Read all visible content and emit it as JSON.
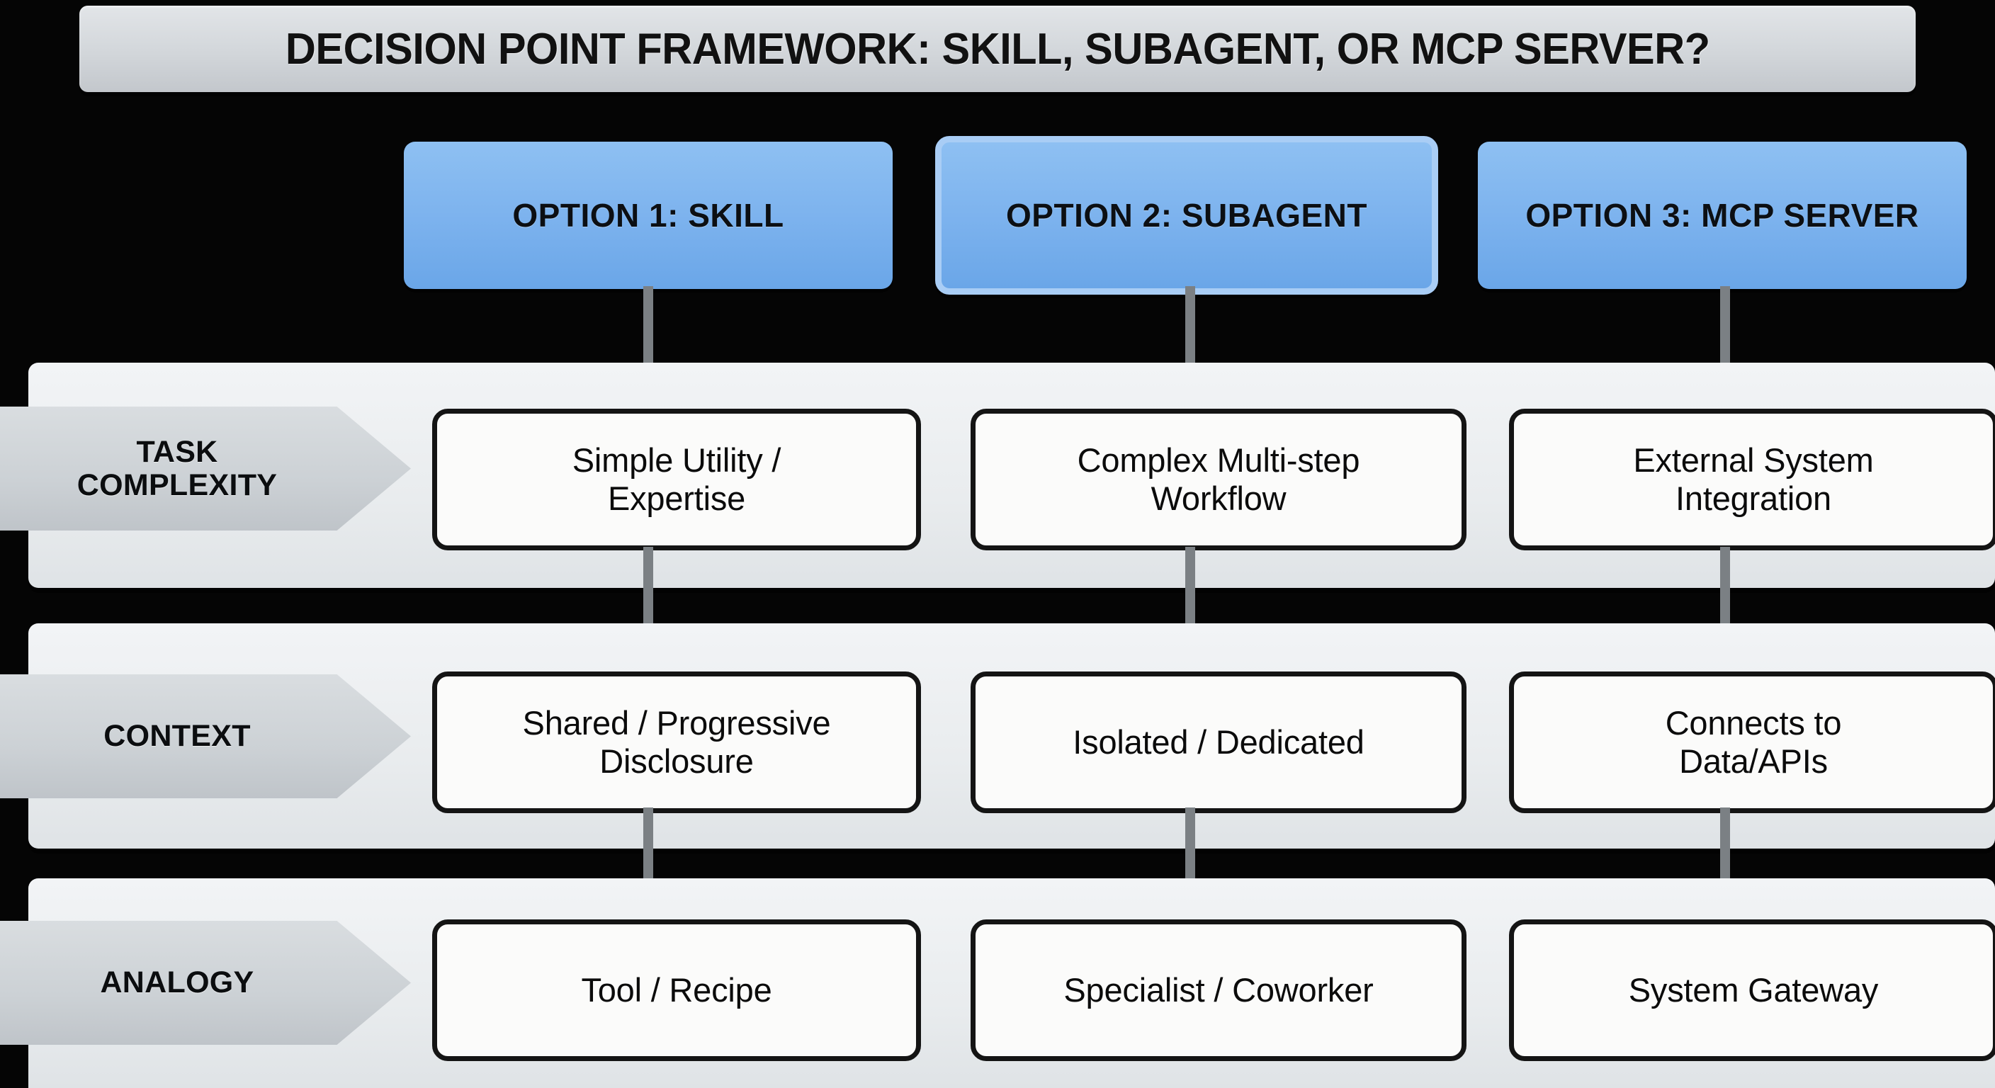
{
  "title": "DECISION POINT FRAMEWORK: SKILL, SUBAGENT, OR MCP SERVER?",
  "colors": {
    "background": "#050505",
    "title_bar": "#d5d8dc",
    "option_header_blue": "#7db3ee",
    "option_header_selected_border": "#a9cdf5",
    "band": "#e9ecee",
    "row_label_chevron": "#ccd1d5",
    "cell_fill": "#fbfbfa",
    "cell_border": "#141414",
    "arrow": "#7b8084"
  },
  "columns": [
    {
      "id": "option-1",
      "label": "OPTION 1: SKILL",
      "selected": false
    },
    {
      "id": "option-2",
      "label": "OPTION 2: SUBAGENT",
      "selected": true
    },
    {
      "id": "option-3",
      "label": "OPTION 3: MCP SERVER",
      "selected": false
    }
  ],
  "rows": [
    {
      "id": "task-complexity",
      "label": "TASK\nCOMPLEXITY",
      "cells": [
        "Simple Utility /\nExpertise",
        "Complex Multi-step\nWorkflow",
        "External System\nIntegration"
      ]
    },
    {
      "id": "context",
      "label": "CONTEXT",
      "cells": [
        "Shared / Progressive\nDisclosure",
        "Isolated / Dedicated",
        "Connects to\nData/APIs"
      ]
    },
    {
      "id": "analogy",
      "label": "ANALOGY",
      "cells": [
        "Tool / Recipe",
        "Specialist / Coworker",
        "System Gateway"
      ]
    }
  ],
  "connectors": {
    "icon": "arrow-down-icon",
    "count": 9,
    "direction": "down"
  }
}
